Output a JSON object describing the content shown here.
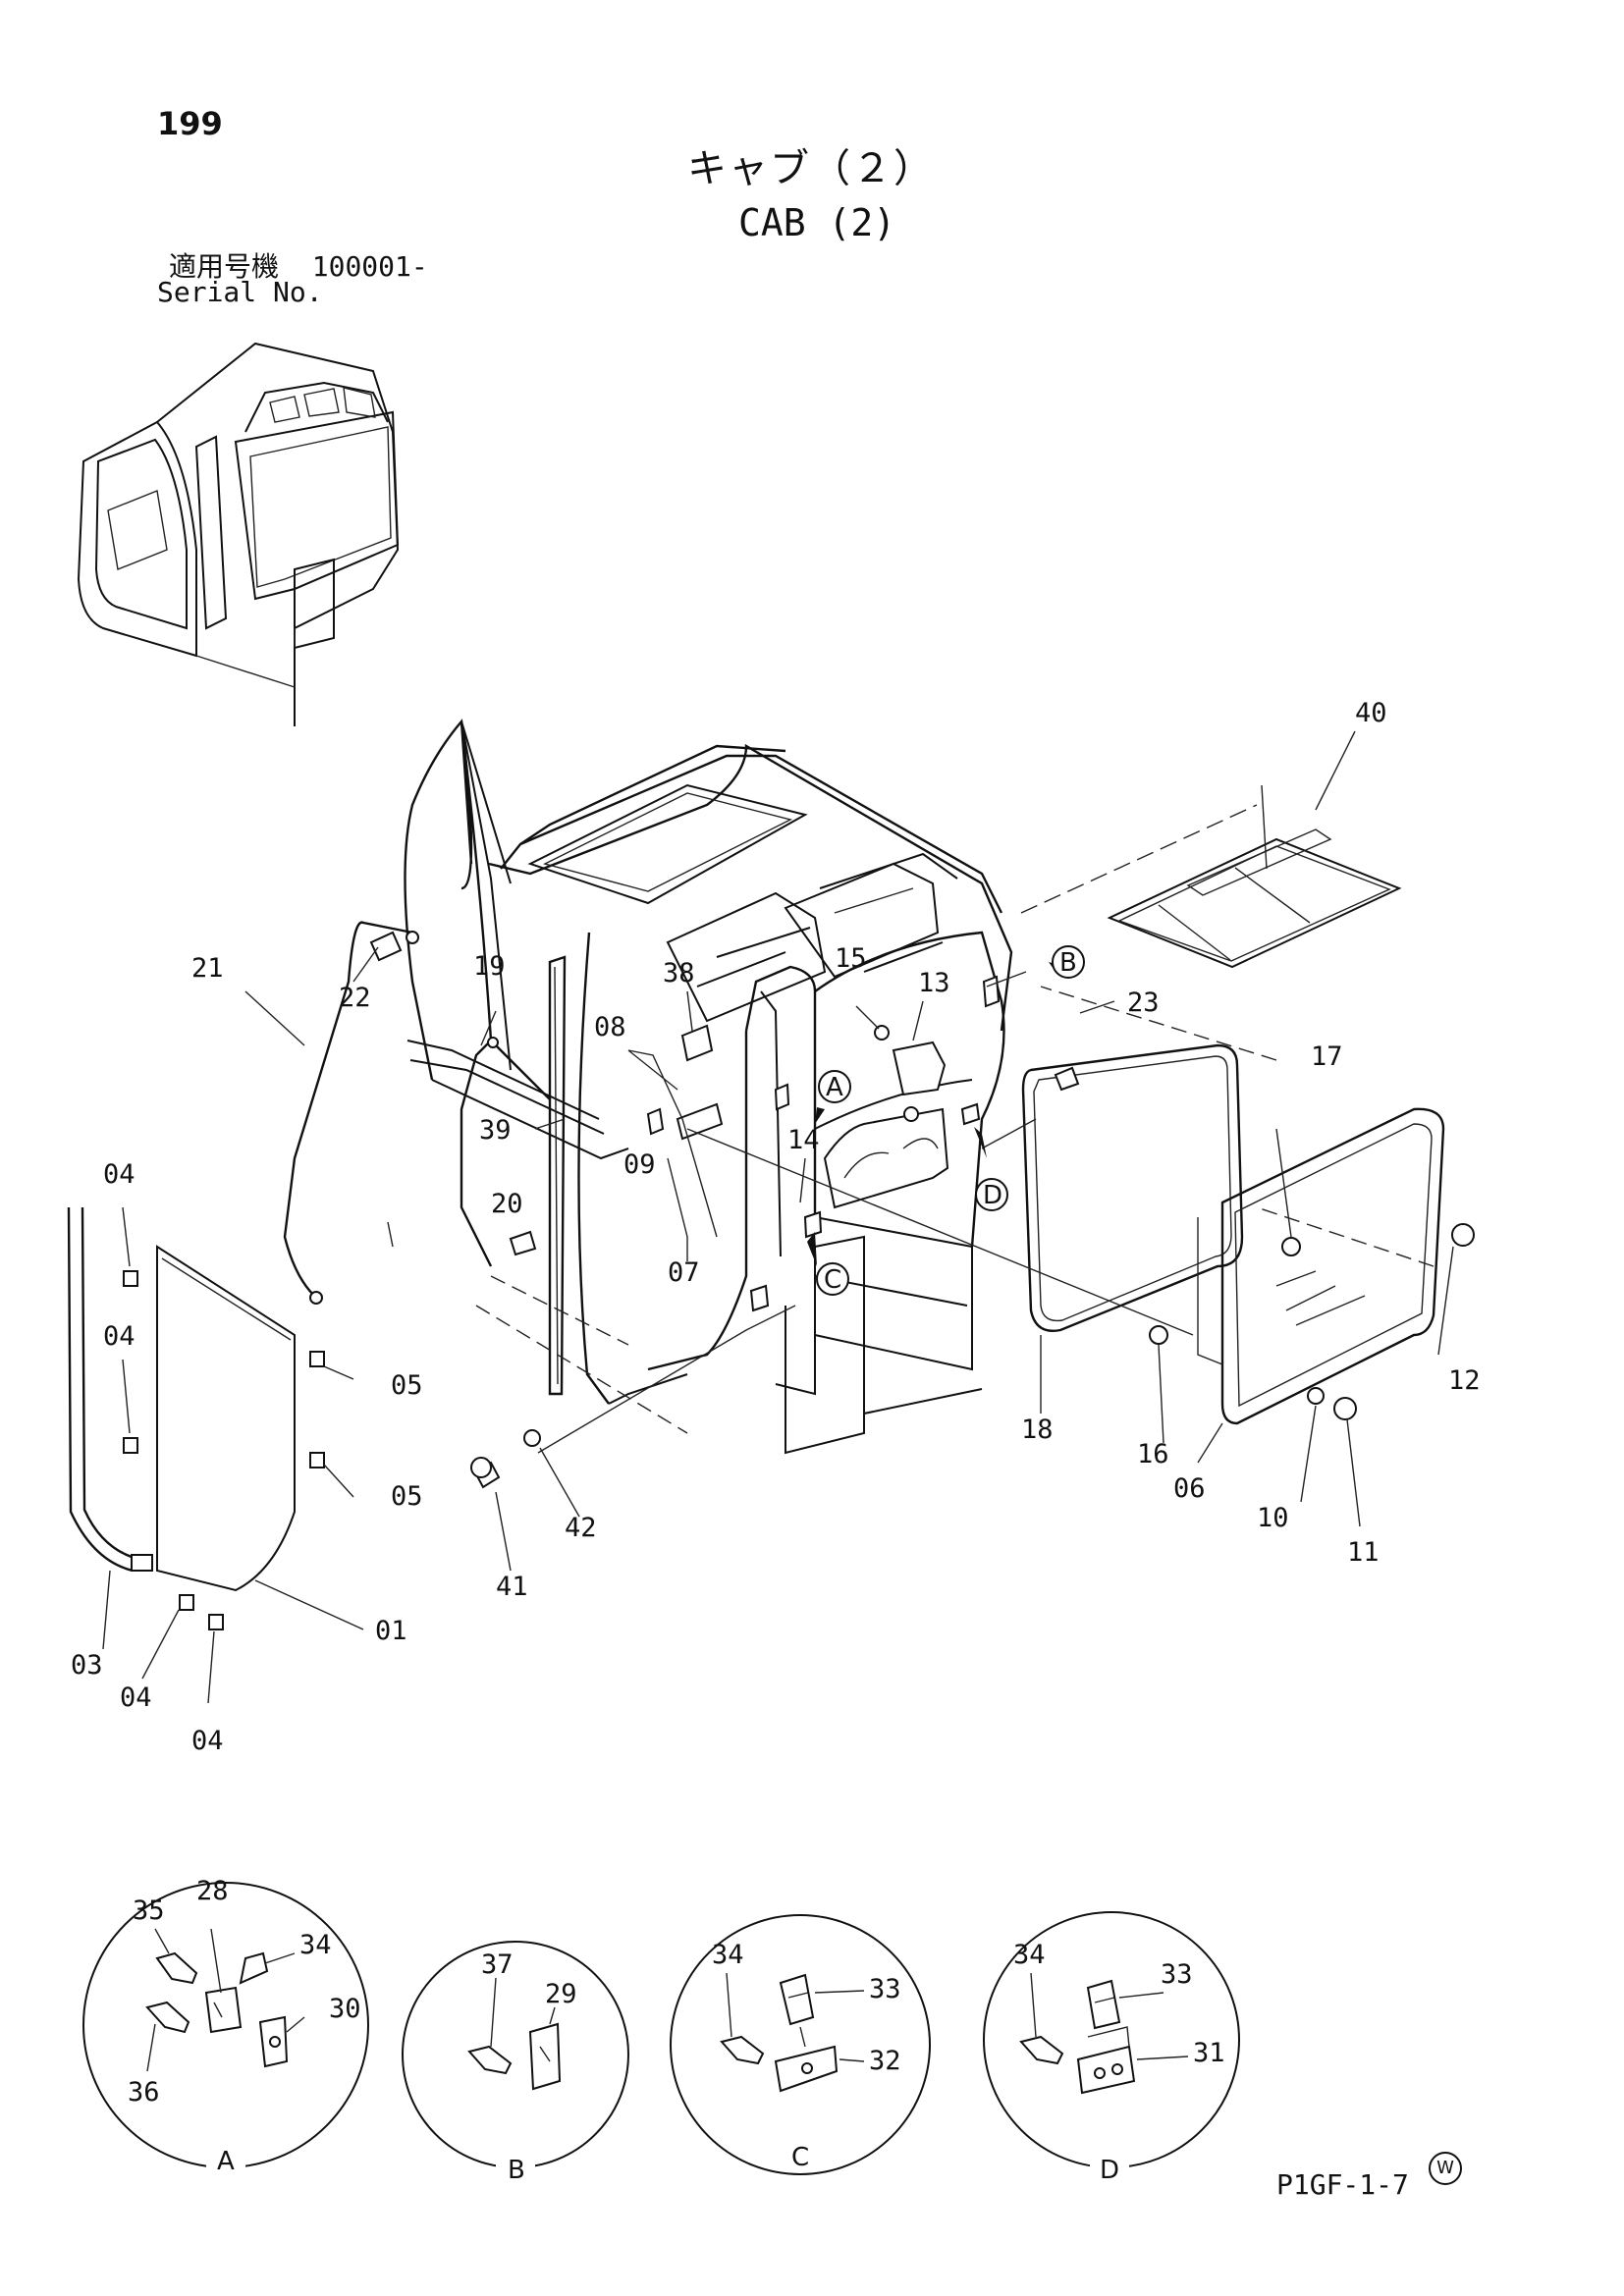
{
  "header": {
    "page_number": "199",
    "title_jp": "キャブ（２）",
    "title_en": "CAB (2)",
    "serial_label_jp": "適用号機",
    "serial_range": "100001-",
    "serial_label_en": "Serial No."
  },
  "callouts": [
    "40",
    "21",
    "22",
    "19",
    "38",
    "15",
    "13",
    "23",
    "08",
    "39",
    "A",
    "B",
    "17",
    "04",
    "20",
    "09",
    "14",
    "D",
    "07",
    "C",
    "05",
    "12",
    "18",
    "16",
    "06",
    "41",
    "42",
    "10",
    "11",
    "03",
    "01"
  ],
  "detail_views": [
    {
      "label": "A",
      "parts": [
        "35",
        "28",
        "34",
        "30",
        "36"
      ]
    },
    {
      "label": "B",
      "parts": [
        "37",
        "29"
      ]
    },
    {
      "label": "C",
      "parts": [
        "34",
        "33",
        "32"
      ]
    },
    {
      "label": "D",
      "parts": [
        "34",
        "33",
        "31"
      ]
    }
  ],
  "footer": {
    "w_mark": "W",
    "drawing_code": "P1GF-1-7"
  }
}
